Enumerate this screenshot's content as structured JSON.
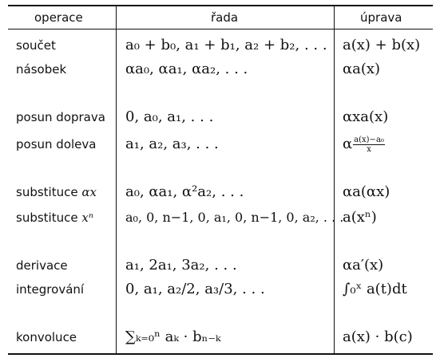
{
  "header": {
    "col1": "operace",
    "col2": "řada",
    "col3": "úprava"
  },
  "rows": [
    {
      "op": "součet",
      "series": "a₀ + b₀, a₁ + b₁, a₂ + b₂, . . .",
      "adj": "a(x) + b(x)"
    },
    {
      "op": "násobek",
      "series": "αa₀, αa₁, αa₂, . . .",
      "adj": "αa(x)"
    },
    {
      "op": "posun doprava",
      "series": "0, a₀, a₁, . . .",
      "adj": "αxa(x)"
    },
    {
      "op": "posun doleva",
      "series": "a₁, a₂, a₃, . . .",
      "adj": "α",
      "adj_num": "a(x)−a₀",
      "adj_den": "x"
    },
    {
      "op": "substituce",
      "op_math": "αx",
      "series": "a₀, αa₁, α²a₂, . . .",
      "adj": "αa(αx)"
    },
    {
      "op": "substituce",
      "op_math": "xⁿ",
      "series": "a₀, 0, n−1, 0, a₁, 0, n−1, 0, a₂, . . .",
      "adj": "a(xⁿ)"
    },
    {
      "op": "derivace",
      "series": "a₁, 2a₁, 3a₂, . . .",
      "adj": "αa′(x)"
    },
    {
      "op": "integrování",
      "series": "0, a₁, a₂/2, a₃/3, . . .",
      "adj": "∫₀ˣ a(t)dt"
    },
    {
      "op": "konvoluce",
      "series": "∑ₖ₌₀ⁿ aₖ · bₙ₋ₖ",
      "adj": "a(x) · b(c)"
    }
  ]
}
